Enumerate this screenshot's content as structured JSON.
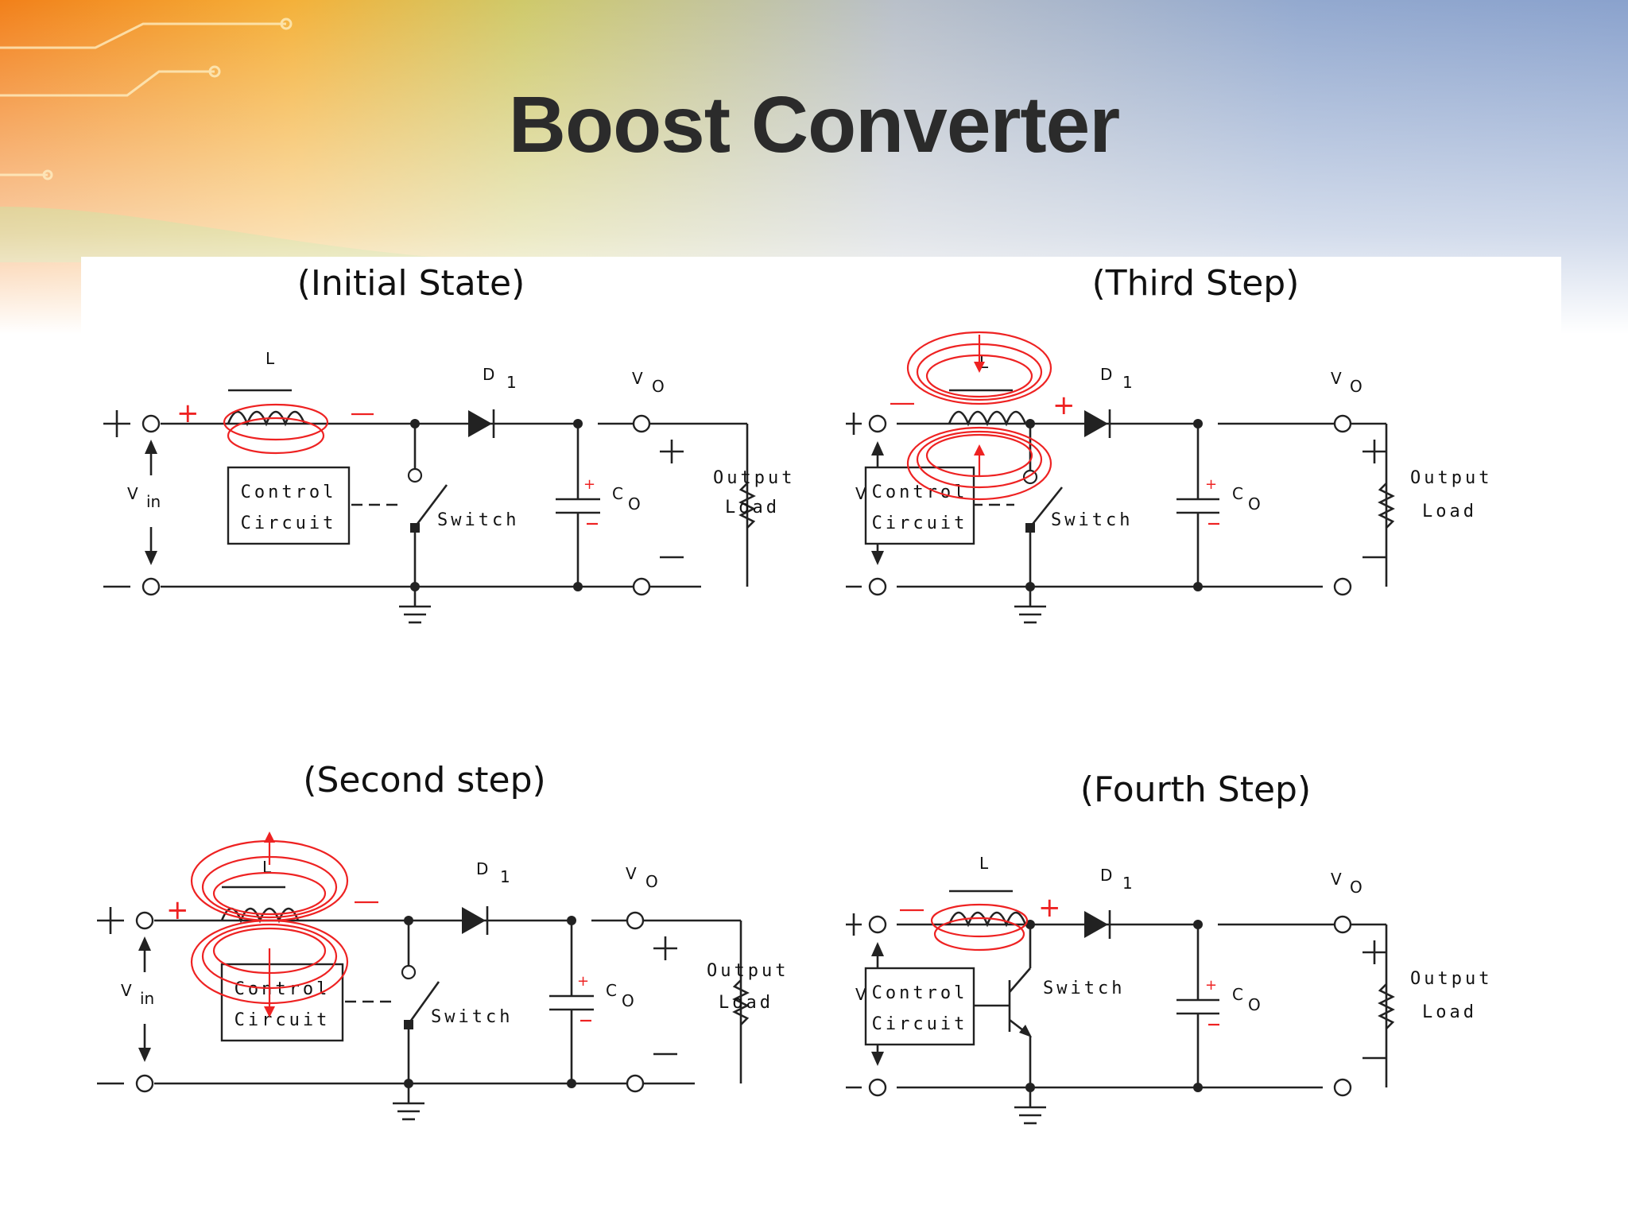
{
  "slide": {
    "title": "Boost Converter"
  },
  "labels": {
    "inductor": "L",
    "diode": "D",
    "diode_sub": "1",
    "vout": "V",
    "vout_sub": "O",
    "vin": "V",
    "vin_sub": "in",
    "cap": "C",
    "cap_sub": "O",
    "control_1": "Control",
    "control_2": "Circuit",
    "switch": "Switch",
    "output_1": "Output",
    "output_2": "Load"
  },
  "panels": [
    {
      "caption": "(Initial State)"
    },
    {
      "caption": "(Third Step)"
    },
    {
      "caption": "(Second step)"
    },
    {
      "caption": "(Fourth Step)"
    }
  ],
  "colors": {
    "title": "#2b2b2b",
    "annotation": "#e22222",
    "background_accent_orange": "#f08a1e",
    "background_accent_blue": "#8ea6cf"
  }
}
